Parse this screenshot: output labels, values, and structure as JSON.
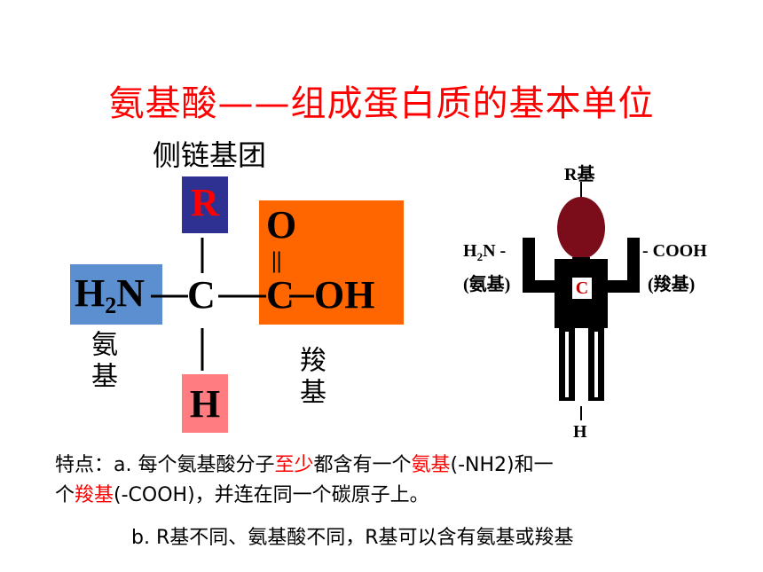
{
  "title": "氨基酸——组成蛋白质的基本单位",
  "left_diagram": {
    "side_chain_label": "侧链基团",
    "r": "R",
    "amino": {
      "h": "H",
      "sub": "2",
      "n": "N"
    },
    "central_c": "C",
    "carboxyl": {
      "o": "O",
      "double_bond": "||",
      "c": "C",
      "oh": "OH"
    },
    "h": "H",
    "amino_caption": "氨基",
    "carboxyl_caption": "羧基",
    "colors": {
      "r_box": "#2e3192",
      "amino_box": "#5b8fd0",
      "carboxyl_box": "#ff6600",
      "h_box": "#ff7c80"
    }
  },
  "right_figure": {
    "r_label": "R基",
    "amino_label": {
      "h": "H",
      "sub": "2",
      "n": "N -"
    },
    "amino_caption": "(氨基)",
    "carboxyl_label": "- COOH",
    "carboxyl_caption": "(羧基)",
    "center_c": "C",
    "h_label": "H",
    "colors": {
      "head": "#7b0c1a",
      "body": "#000000"
    }
  },
  "notes": {
    "a_prefix": "特点：a. 每个氨基酸分子",
    "a_red1": "至少",
    "a_mid1": "都含有一个",
    "a_red2": "氨基",
    "a_mid2": "(-NH2)和一",
    "a_line2_pre": "个",
    "a_red3": "羧基",
    "a_line2_post": "(-COOH)，并连在同一个碳原子上。",
    "b": "b. R基不同、氨基酸不同，R基可以含有氨基或羧基"
  }
}
